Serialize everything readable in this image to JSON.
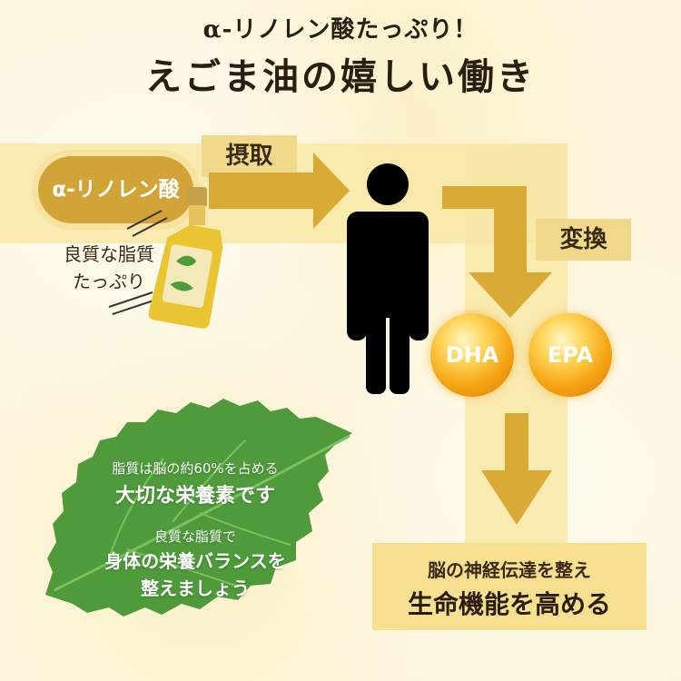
{
  "header": {
    "subtitle": "α-リノレン酸たっぷり！",
    "title": "えごま油の嬉しい働き"
  },
  "flow": {
    "source_label": "α-リノレン酸",
    "source_note_line1": "良質な脂質",
    "source_note_line2": "たっぷり",
    "intake_label": "摂取",
    "convert_label": "変換",
    "dha": "DHA",
    "epa": "EPA",
    "result_line1": "脳の神経伝達を整え",
    "result_line2": "生命機能を高める"
  },
  "leaf": {
    "small1": "脂質は脳の約60%を占める",
    "big1": "大切な栄養素です",
    "small2": "良質な脂質で",
    "big2a": "身体の栄養バランスを",
    "big2b": "整えましょう"
  },
  "colors": {
    "band": "#f8e7a6",
    "arrow": "#d9aa35",
    "pill": "#d2a437",
    "leaf": "#4f9a3b",
    "text": "#2b1e10"
  }
}
